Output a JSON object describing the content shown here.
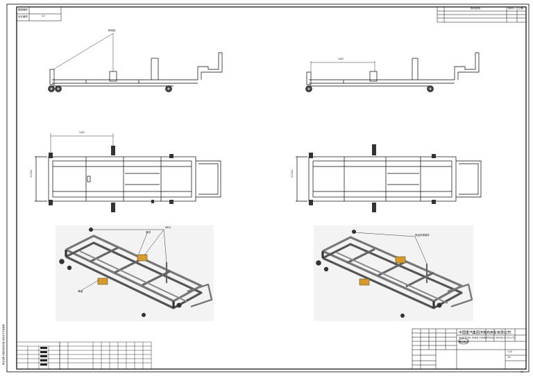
{
  "top_left_box": {
    "row1": "图纸编号",
    "row2": "设计编号",
    "value": "4-2"
  },
  "top_right_box": {
    "col1": "修改说明",
    "col2": "修改人",
    "col3": "日期"
  },
  "dimensions": {
    "top_right_view": "1432",
    "mid_left_view": "1432",
    "mid_left_height": "1170±1",
    "mid_right_height": "1170±1"
  },
  "callouts": {
    "top_left": "转动轮",
    "iso_left_a": "ZB01",
    "iso_left_b": "滑块",
    "iso_left_c": "滑道",
    "iso_right": "转运车架组件"
  },
  "title_block": {
    "company_cn": "中国重汽集团济南商用车有限公司",
    "company_en": "SINOTRUK JINAN COMMERCIAL VEHICLE CO.,LTD",
    "scale": "1:10",
    "sheet": "1/1"
  },
  "left_margin_text": "附加说明 本图纸版权归属 未经许可不得复制",
  "corner_mark": "A1"
}
